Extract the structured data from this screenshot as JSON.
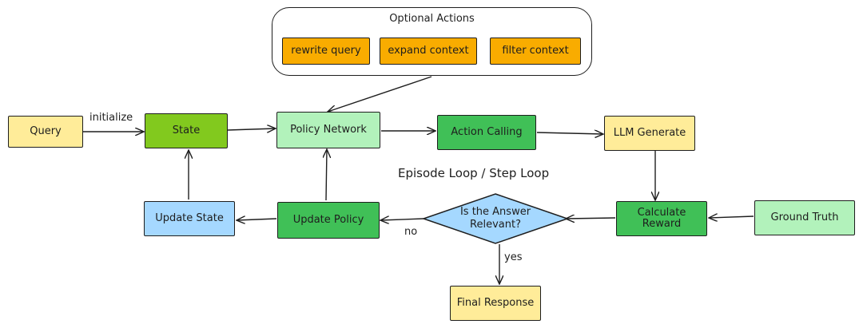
{
  "optional_actions": {
    "title": "Optional Actions",
    "items": [
      "rewrite query",
      "expand context",
      "filter context"
    ]
  },
  "nodes": {
    "query": "Query",
    "state": "State",
    "policy_network": "Policy Network",
    "action_calling": "Action Calling",
    "llm_generate": "LLM Generate",
    "calculate_reward_line1": "Calculate",
    "calculate_reward_line2": "Reward",
    "ground_truth": "Ground Truth",
    "decision_line1": "Is the Answer",
    "decision_line2": "Relevant?",
    "update_policy": "Update Policy",
    "update_state": "Update State",
    "final_response": "Final Response"
  },
  "edge_labels": {
    "initialize": "initialize",
    "no": "no",
    "yes": "yes"
  },
  "loop_label": "Episode Loop / Step Loop",
  "colors": {
    "yellow": "#ffec99",
    "lime": "#82c91e",
    "light_green": "#b2f2bb",
    "green": "#40c057",
    "blue": "#a5d8ff",
    "orange": "#f9ac00",
    "stroke": "#1e1e1e"
  }
}
